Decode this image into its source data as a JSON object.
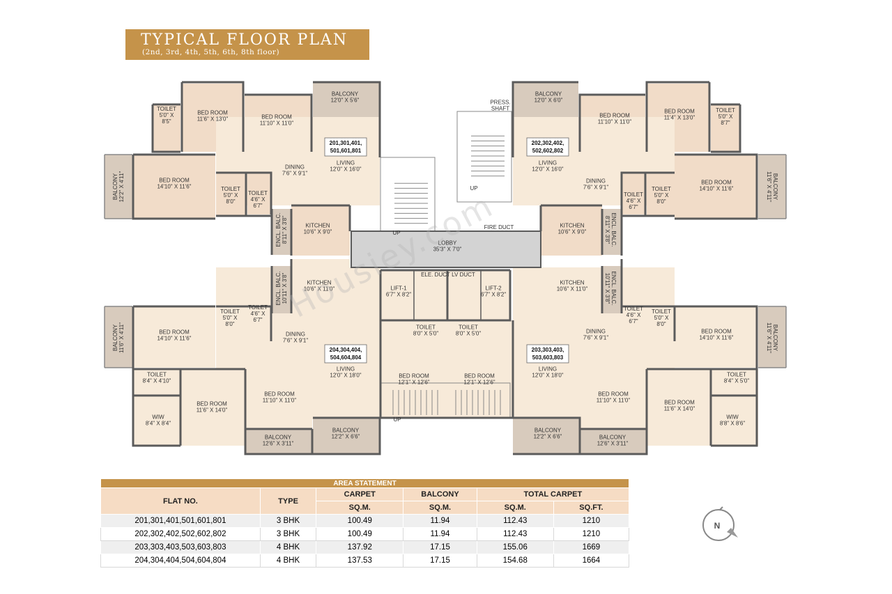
{
  "title": {
    "main": "TYPICAL FLOOR PLAN",
    "sub": "(2nd, 3rd, 4th, 5th, 6th, 8th floor)"
  },
  "flats": {
    "nw": [
      "201,301,401,",
      "501,601,801"
    ],
    "ne": [
      "202,302,402,",
      "502,602,802"
    ],
    "sw": [
      "204,304,404,",
      "504,604,804"
    ],
    "se": [
      "203,303,403,",
      "503,603,803"
    ]
  },
  "rooms": [
    {
      "key": "r1",
      "lines": [
        "TOILET",
        "5'0\" X",
        "8'5\""
      ]
    },
    {
      "key": "r2",
      "lines": [
        "BED ROOM",
        "11'6\" X 13'0\""
      ]
    },
    {
      "key": "r3",
      "lines": [
        "BED ROOM",
        "11'10\" X 11'0\""
      ]
    },
    {
      "key": "r4",
      "lines": [
        "BALCONY",
        "12'0\" X 5'6\""
      ]
    },
    {
      "key": "r5",
      "lines": [
        "BED ROOM",
        "14'10\" X 11'6\""
      ]
    },
    {
      "key": "r6",
      "lines": [
        "TOILET",
        "5'0\" X",
        "8'0\""
      ]
    },
    {
      "key": "r7",
      "lines": [
        "TOILET",
        "4'6\" X",
        "6'7\""
      ]
    },
    {
      "key": "r8",
      "lines": [
        "DINING",
        "7'6\" X 9'1\""
      ]
    },
    {
      "key": "r9",
      "lines": [
        "LIVING",
        "12'0\" X 16'0\""
      ]
    },
    {
      "key": "r10",
      "lines": [
        "KITCHEN",
        "10'6\" X 9'0\""
      ]
    },
    {
      "key": "r12",
      "lines": [
        "BALCONY",
        "12'0\" X 6'0\""
      ]
    },
    {
      "key": "r13",
      "lines": [
        "PRESS.",
        "SHAFT"
      ]
    },
    {
      "key": "r14",
      "lines": [
        "BED ROOM",
        "11'10\" X 11'0\""
      ]
    },
    {
      "key": "r15",
      "lines": [
        "BED ROOM",
        "11'4\" X 13'0\""
      ]
    },
    {
      "key": "r16",
      "lines": [
        "TOILET",
        "5'0\" X",
        "8'7\""
      ]
    },
    {
      "key": "r17",
      "lines": [
        "LIVING",
        "12'0\" X 16'0\""
      ]
    },
    {
      "key": "r18",
      "lines": [
        "DINING",
        "7'6\" X 9'1\""
      ]
    },
    {
      "key": "r19",
      "lines": [
        "TOILET",
        "4'6\" X",
        "6'7\""
      ]
    },
    {
      "key": "r20",
      "lines": [
        "TOILET",
        "5'0\" X",
        "8'0\""
      ]
    },
    {
      "key": "r21",
      "lines": [
        "BED ROOM",
        "14'10\" X 11'6\""
      ]
    },
    {
      "key": "r22",
      "lines": [
        "KITCHEN",
        "10'6\" X 9'0\""
      ]
    },
    {
      "key": "r23",
      "lines": [
        "FIRE DUCT"
      ]
    },
    {
      "key": "r24",
      "lines": [
        "UP"
      ]
    },
    {
      "key": "r25",
      "lines": [
        "UP"
      ]
    },
    {
      "key": "r26",
      "lines": [
        "LOBBY",
        "35'3\" X 7'0\""
      ]
    },
    {
      "key": "r27",
      "lines": [
        "ELE. DUCT"
      ]
    },
    {
      "key": "r28",
      "lines": [
        "LV DUCT"
      ]
    },
    {
      "key": "r29",
      "lines": [
        "LIFT-1",
        "6'7\" X 8'2\""
      ]
    },
    {
      "key": "r30",
      "lines": [
        "LIFT-2",
        "6'7\" X 8'2\""
      ]
    },
    {
      "key": "r31",
      "lines": [
        "KITCHEN",
        "10'6\" X 11'0\""
      ]
    },
    {
      "key": "r32",
      "lines": [
        "KITCHEN",
        "10'6\" X 11'0\""
      ]
    },
    {
      "key": "r33",
      "lines": [
        "BED ROOM",
        "14'10\" X 11'6\""
      ]
    },
    {
      "key": "r34",
      "lines": [
        "TOILET",
        "5'0\" X",
        "8'0\""
      ]
    },
    {
      "key": "r35",
      "lines": [
        "TOILET",
        "4'6\" X",
        "6'7\""
      ]
    },
    {
      "key": "r36",
      "lines": [
        "DINING",
        "7'6\" X 9'1\""
      ]
    },
    {
      "key": "r37",
      "lines": [
        "TOILET",
        "8'0\" X 5'0\""
      ]
    },
    {
      "key": "r38",
      "lines": [
        "TOILET",
        "8'0\" X 5'0\""
      ]
    },
    {
      "key": "r39",
      "lines": [
        "DINING",
        "7'6\" X 9'1\""
      ]
    },
    {
      "key": "r40",
      "lines": [
        "TOILET",
        "4'6\" X",
        "6'7\""
      ]
    },
    {
      "key": "r41",
      "lines": [
        "TOILET",
        "5'0\" X",
        "8'0\""
      ]
    },
    {
      "key": "r42",
      "lines": [
        "BED ROOM",
        "14'10\" X 11'6\""
      ]
    },
    {
      "key": "r43",
      "lines": [
        "TOILET",
        "8'4\" X 4'10\""
      ]
    },
    {
      "key": "r44",
      "lines": [
        "BED ROOM",
        "11'6\" X 14'0\""
      ]
    },
    {
      "key": "r45",
      "lines": [
        "BED ROOM",
        "11'10\" X 11'0\""
      ]
    },
    {
      "key": "r46",
      "lines": [
        "LIVING",
        "12'0\" X 18'0\""
      ]
    },
    {
      "key": "r47",
      "lines": [
        "BED ROOM",
        "12'1\" X 12'6\""
      ]
    },
    {
      "key": "r48",
      "lines": [
        "BED ROOM",
        "12'1\" X 12'6\""
      ]
    },
    {
      "key": "r49",
      "lines": [
        "LIVING",
        "12'0\" X 18'0\""
      ]
    },
    {
      "key": "r50",
      "lines": [
        "BED ROOM",
        "11'10\" X 11'0\""
      ]
    },
    {
      "key": "r51",
      "lines": [
        "BED ROOM",
        "11'6\" X 14'0\""
      ]
    },
    {
      "key": "r52",
      "lines": [
        "TOILET",
        "8'4\" X 5'0\""
      ]
    },
    {
      "key": "r53",
      "lines": [
        "WIW",
        "8'4\" X 8'4\""
      ]
    },
    {
      "key": "r54",
      "lines": [
        "WIW",
        "8'8\" X 8'6\""
      ]
    },
    {
      "key": "r55",
      "lines": [
        "BALCONY",
        "12'2\" X 6'6\""
      ]
    },
    {
      "key": "r56",
      "lines": [
        "BALCONY",
        "12'6\" X 3'11\""
      ]
    },
    {
      "key": "r57",
      "lines": [
        "BALCONY",
        "12'2\" X 6'6\""
      ]
    },
    {
      "key": "r58",
      "lines": [
        "BALCONY",
        "12'6\" X 3'11\""
      ]
    },
    {
      "key": "r59",
      "lines": [
        "UP"
      ]
    }
  ],
  "vlabels": [
    {
      "key": "v1",
      "lines": [
        "BALCONY",
        "12'2\" X 4'11\""
      ]
    },
    {
      "key": "v2",
      "lines": [
        "ENCL. BALC.",
        "8'11\" X 3'8\""
      ]
    },
    {
      "key": "v3",
      "lines": [
        "ENCL. BALC.",
        "10'11\" X 3'8\""
      ]
    },
    {
      "key": "v4",
      "lines": [
        "BALCONY",
        "11'6\" X 4'11\""
      ]
    },
    {
      "key": "v5",
      "lines": [
        "BALCONY",
        "11'6\" X 4'11\""
      ]
    },
    {
      "key": "v6",
      "lines": [
        "ENCL. BALC.",
        "8'11\" X 3'8\""
      ]
    },
    {
      "key": "v7",
      "lines": [
        "ENCL. BALC.",
        "10'11\" X 3'8\""
      ]
    },
    {
      "key": "v8",
      "lines": [
        "BALCONY",
        "11'6\" X 4'11\""
      ]
    }
  ],
  "area_statement": {
    "caption": "AREA STATEMENT",
    "headers": {
      "flat_no": "FLAT NO.",
      "type": "TYPE",
      "carpet": "CARPET",
      "balcony": "BALCONY",
      "total_carpet": "TOTAL CARPET",
      "sqm": "SQ.M.",
      "sqft": "SQ.FT."
    },
    "rows": [
      {
        "flat": "201,301,401,501,601,801",
        "type": "3 BHK",
        "carpet": "100.49",
        "balcony": "11.94",
        "total_sqm": "112.43",
        "total_sqft": "1210"
      },
      {
        "flat": "202,302,402,502,602,802",
        "type": "3 BHK",
        "carpet": "100.49",
        "balcony": "11.94",
        "total_sqm": "112.43",
        "total_sqft": "1210"
      },
      {
        "flat": "203,303,403,503,603,803",
        "type": "4 BHK",
        "carpet": "137.92",
        "balcony": "17.15",
        "total_sqm": "155.06",
        "total_sqft": "1669"
      },
      {
        "flat": "204,304,404,504,604,804",
        "type": "4 BHK",
        "carpet": "137.53",
        "balcony": "17.15",
        "total_sqm": "154.68",
        "total_sqft": "1664"
      }
    ]
  },
  "compass": {
    "label": "N"
  },
  "watermark": "Housiey.com",
  "colors": {
    "accent": "#c5934a",
    "room_fill": "#f7ead9",
    "room_fill_alt": "#f1dcc8",
    "balcony_fill": "#d8cbbd",
    "lobby_fill": "#d3d3d3",
    "wall": "#5b5b5b",
    "header_fill": "#f6dcc4"
  }
}
